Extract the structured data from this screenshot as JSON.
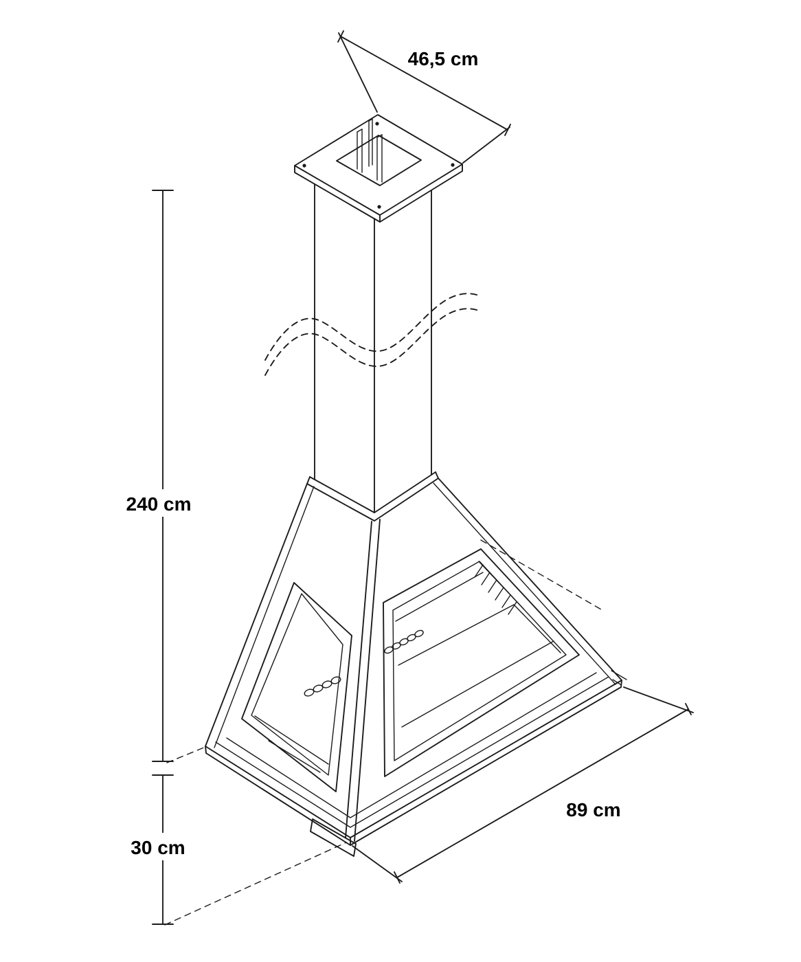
{
  "drawing": {
    "background": "#ffffff",
    "line_color": "#1c1c1c",
    "labels": {
      "top_width": "46,5 cm",
      "height": "240 cm",
      "clearance": "30 cm",
      "base_width": "89 cm"
    }
  }
}
